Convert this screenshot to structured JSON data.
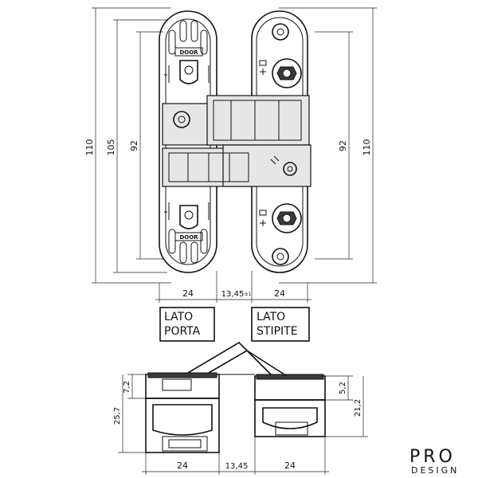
{
  "dimensions": {
    "left_outer_height": "110",
    "left_mid_height": "105",
    "left_inner_height": "92",
    "right_inner_height": "92",
    "right_outer_height": "110",
    "width_left": "24",
    "width_gap": "13,45",
    "width_gap_note": "±1",
    "width_right": "24",
    "side_top_left": "7,2",
    "side_left_height": "25,7",
    "side_top_right": "5,2",
    "side_right_height": "21,2",
    "bottom_left": "24",
    "bottom_gap": "13,45",
    "bottom_right": "24"
  },
  "labels": {
    "door_line1": "LATO",
    "door_line2": "PORTA",
    "frame_line1": "LATO",
    "frame_line2": "STIPITE",
    "plate_text": "DOOR"
  },
  "brand": {
    "main": "PRO",
    "sub": "DESIGN"
  }
}
